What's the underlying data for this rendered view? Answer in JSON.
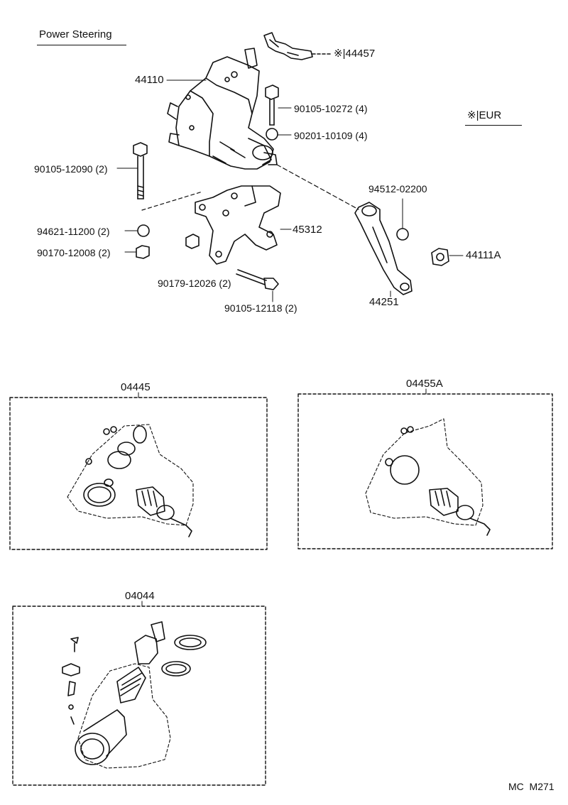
{
  "title": "Power Steering",
  "region_note": {
    "mark": "※",
    "bar": "|",
    "text": "EUR"
  },
  "parts": {
    "p44457": {
      "mark": "※",
      "bar": "|",
      "text": "44457"
    },
    "p44110": "44110",
    "p90105_10272": "90105-10272 (4)",
    "p90201_10109": "90201-10109 (4)",
    "p90105_12090": "90105-12090 (2)",
    "p94512_02200": "94512-02200",
    "p94621_11200": "94621-11200 (2)",
    "p45312": "45312",
    "p90170_12008": "90170-12008 (2)",
    "p44111A": "44111A",
    "p90179_12026": "90179-12026 (2)",
    "p90105_12118": "90105-12118 (2)",
    "p44251": "44251"
  },
  "kits": {
    "k04445": "04445",
    "k04455A": "04455A",
    "k04044": "04044"
  },
  "footer_code": "MC  M271"
}
